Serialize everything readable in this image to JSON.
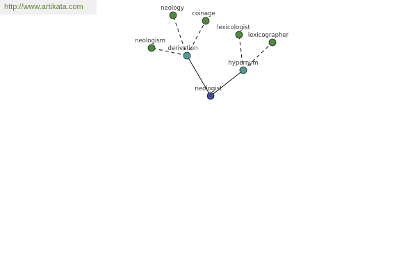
{
  "source": {
    "url_text": "http://www.artikata.com"
  },
  "colors": {
    "root": "#3f4aa0",
    "relation": "#4f9a9a",
    "leaf": "#4f8a3f",
    "node_stroke": "#2a2a2a",
    "edge": "#111111",
    "label": "#333333",
    "watermark_text": "#5a8a2a",
    "watermark_bg": "#f0f0f0"
  },
  "graph": {
    "nodes": [
      {
        "id": "neologist",
        "label": "neologist",
        "kind": "root"
      },
      {
        "id": "derivation",
        "label": "derivation",
        "kind": "relation"
      },
      {
        "id": "hypernym",
        "label": "hypernym",
        "kind": "relation"
      },
      {
        "id": "neology",
        "label": "neology",
        "kind": "leaf"
      },
      {
        "id": "coinage",
        "label": "coinage",
        "kind": "leaf"
      },
      {
        "id": "neologism",
        "label": "neologism",
        "kind": "leaf"
      },
      {
        "id": "lexicologist",
        "label": "lexicologist",
        "kind": "leaf"
      },
      {
        "id": "lexicographer",
        "label": "lexicographer",
        "kind": "leaf"
      }
    ],
    "edges": [
      {
        "from": "neologist",
        "to": "derivation",
        "style": "solid"
      },
      {
        "from": "neologist",
        "to": "hypernym",
        "style": "solid"
      },
      {
        "from": "derivation",
        "to": "neology",
        "style": "dashed"
      },
      {
        "from": "derivation",
        "to": "coinage",
        "style": "dashed"
      },
      {
        "from": "derivation",
        "to": "neologism",
        "style": "dashed"
      },
      {
        "from": "hypernym",
        "to": "lexicologist",
        "style": "dashed"
      },
      {
        "from": "hypernym",
        "to": "lexicographer",
        "style": "dashed"
      }
    ]
  }
}
